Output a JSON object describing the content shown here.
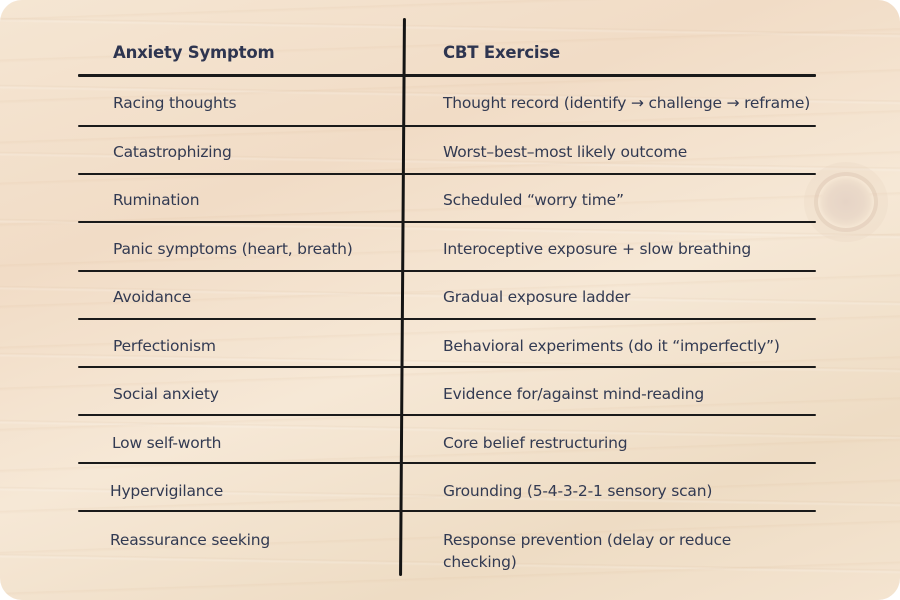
{
  "table": {
    "headers": [
      "Anxiety Symptom",
      "CBT Exercise"
    ],
    "rows": [
      [
        "Racing thoughts",
        "Thought record (identify → challenge → reframe)"
      ],
      [
        "Catastrophizing",
        "Worst–best–most likely outcome"
      ],
      [
        "Rumination",
        "Scheduled “worry time”"
      ],
      [
        "Panic symptoms (heart, breath)",
        "Interoceptive exposure + slow breathing"
      ],
      [
        "Avoidance",
        "Gradual exposure ladder"
      ],
      [
        "Perfectionism",
        "Behavioral experiments (do it “imperfectly”)"
      ],
      [
        "Social anxiety",
        "Evidence for/against mind-reading"
      ],
      [
        "Low self-worth",
        "Core belief restructuring"
      ],
      [
        "Hypervigilance",
        "Grounding (5-4-3-2-1 sensory scan)"
      ],
      [
        "Reassurance seeking",
        "Response prevention (delay or reduce checking)"
      ]
    ]
  },
  "colors": {
    "text": "#323a52",
    "lines": "#1a1a1a",
    "background": "#f3e2cd"
  }
}
